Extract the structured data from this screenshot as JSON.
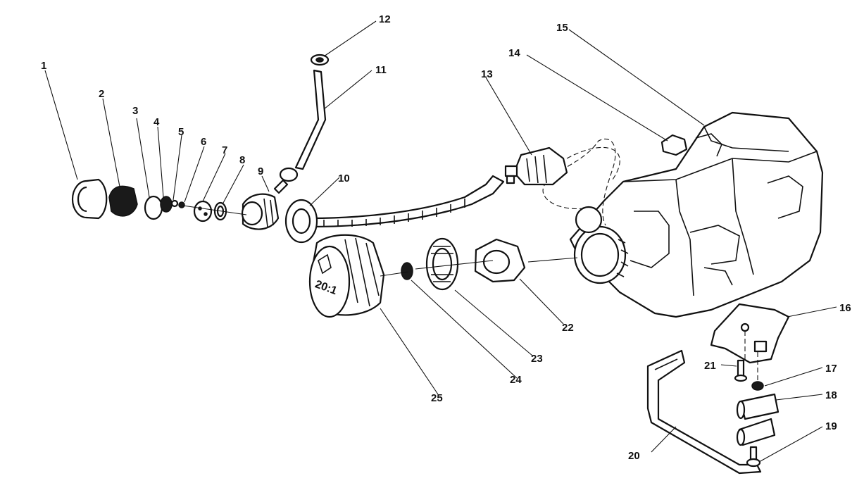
{
  "callouts": {
    "c1": "1",
    "c2": "2",
    "c3": "3",
    "c4": "4",
    "c5": "5",
    "c6": "6",
    "c7": "7",
    "c8": "8",
    "c9": "9",
    "c10": "10",
    "c11": "11",
    "c12": "12",
    "c13": "13",
    "c14": "14",
    "c15": "15",
    "c16": "16",
    "c17": "17",
    "c18": "18",
    "c19": "19",
    "c20": "20",
    "c21": "21",
    "c22": "22",
    "c23": "23",
    "c24": "24",
    "c25": "25"
  },
  "fuel_cap": {
    "ratio_text": "20:1"
  }
}
